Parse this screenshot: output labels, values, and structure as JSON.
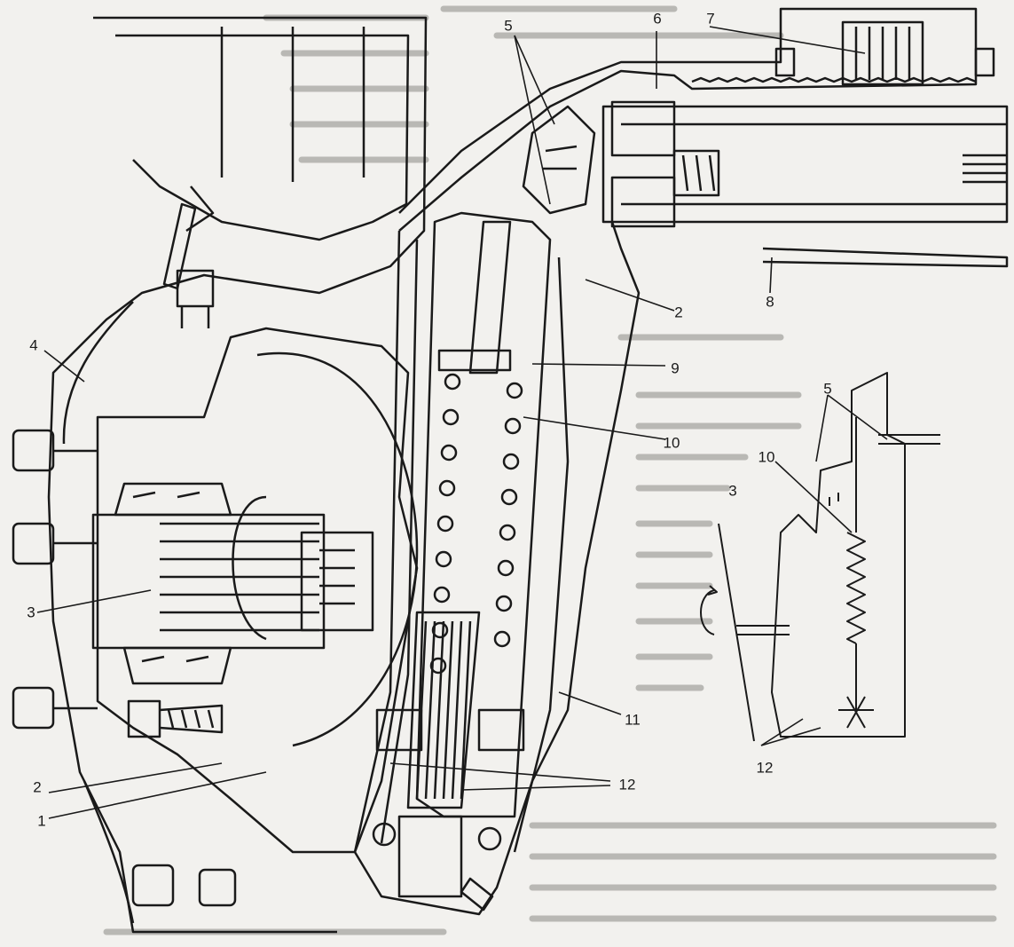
{
  "figure": {
    "labels": [
      {
        "id": "1",
        "text": "1"
      },
      {
        "id": "2a",
        "text": "2"
      },
      {
        "id": "2b",
        "text": "2"
      },
      {
        "id": "3a",
        "text": "3"
      },
      {
        "id": "3b",
        "text": "3"
      },
      {
        "id": "4",
        "text": "4"
      },
      {
        "id": "5a",
        "text": "5"
      },
      {
        "id": "5b",
        "text": "5"
      },
      {
        "id": "6",
        "text": "6"
      },
      {
        "id": "7",
        "text": "7"
      },
      {
        "id": "8",
        "text": "8"
      },
      {
        "id": "9",
        "text": "9"
      },
      {
        "id": "10a",
        "text": "10"
      },
      {
        "id": "10b",
        "text": "10"
      },
      {
        "id": "11",
        "text": "11"
      },
      {
        "id": "12a",
        "text": "12"
      },
      {
        "id": "12b",
        "text": "12"
      }
    ],
    "colors": {
      "ink": "#1a1a1a",
      "paper": "#f2f1ee",
      "hatch": "#6e6d6a"
    }
  }
}
